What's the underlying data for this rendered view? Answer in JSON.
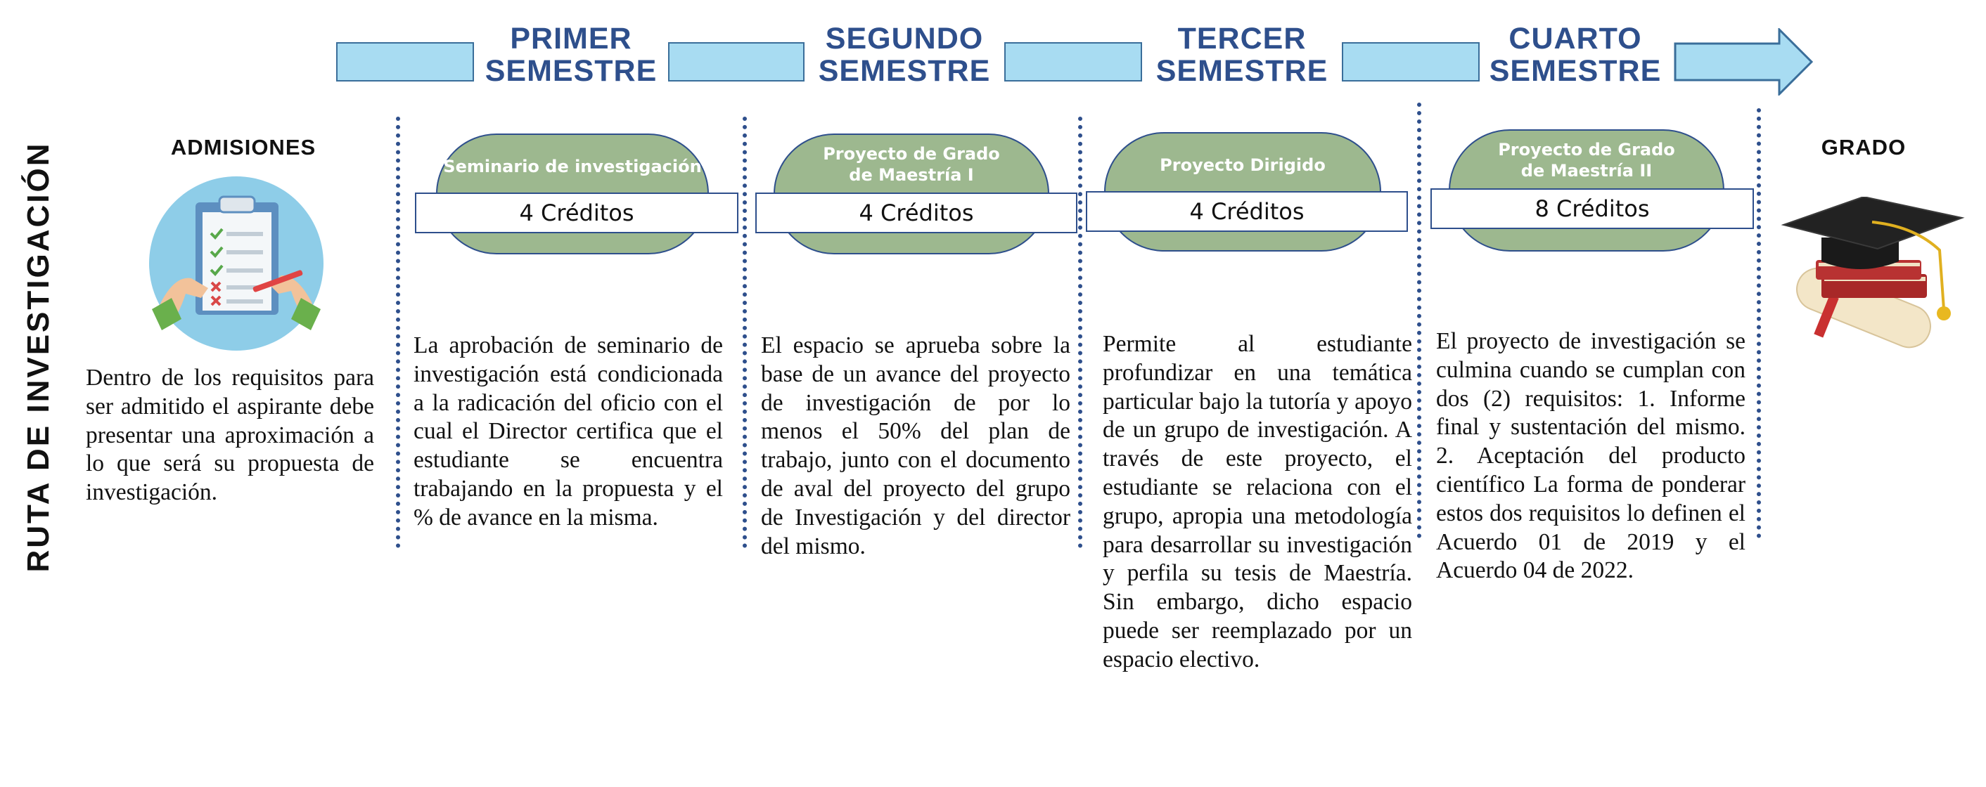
{
  "title": "RUTA DE INVESTIGACIÓN",
  "timeline": {
    "semesters": [
      {
        "line1": "PRIMER",
        "line2": "SEMESTRE"
      },
      {
        "line1": "SEGUNDO",
        "line2": "SEMESTRE"
      },
      {
        "line1": "TERCER",
        "line2": "SEMESTRE"
      },
      {
        "line1": "CUARTO",
        "line2": "SEMESTRE"
      }
    ]
  },
  "admissions": {
    "heading": "ADMISIONES",
    "icon": "clipboard-checklist-icon",
    "description": "Dentro de los requisitos para ser admitido el aspirante debe presentar una aproximación a lo que será su propuesta de investigación."
  },
  "courses": [
    {
      "name": "Seminario de investigación",
      "credits": "4 Créditos",
      "description": "La aprobación de seminario de investigación está condicionada a la radicación del oficio con el cual el Director certifica que el estudiante se encuentra trabajando en la propuesta y el % de avance en la misma."
    },
    {
      "name": "Proyecto de Grado de Maestría I",
      "credits": "4 Créditos",
      "description": "El espacio se aprueba sobre la base de un avance del proyecto de investigación de por lo menos el 50% del plan de trabajo, junto con el documento de aval del proyecto del grupo de Investigación y del director del mismo."
    },
    {
      "name": "Proyecto Dirigido",
      "credits": "4 Créditos",
      "description": "Permite al estudiante profundizar en una temática particular bajo la tutoría y apoyo de un grupo de investigación. A través de este proyecto, el estudiante se relaciona con el grupo, apropia una metodología para desarrollar su investigación y perfila su tesis de Maestría. Sin embargo, dicho espacio puede ser reemplazado por un espacio electivo."
    },
    {
      "name": "Proyecto de Grado de Maestría II",
      "credits": "8 Créditos",
      "description": "El proyecto de investigación se culmina cuando se cumplan con dos (2) requisitos: 1. Informe final y sustentación del mismo. 2. Aceptación del producto científico La forma de ponderar estos dos requisitos lo definen el Acuerdo 01 de 2019 y el Acuerdo 04 de 2022."
    }
  ],
  "graduation": {
    "heading": "GRADO",
    "icon": "graduation-cap-icon"
  },
  "colors": {
    "semester_text": "#2e4f8c",
    "arrow_fill": "#a8dcf2",
    "capsule_fill": "#9db88f",
    "border": "#2e4f8c"
  }
}
